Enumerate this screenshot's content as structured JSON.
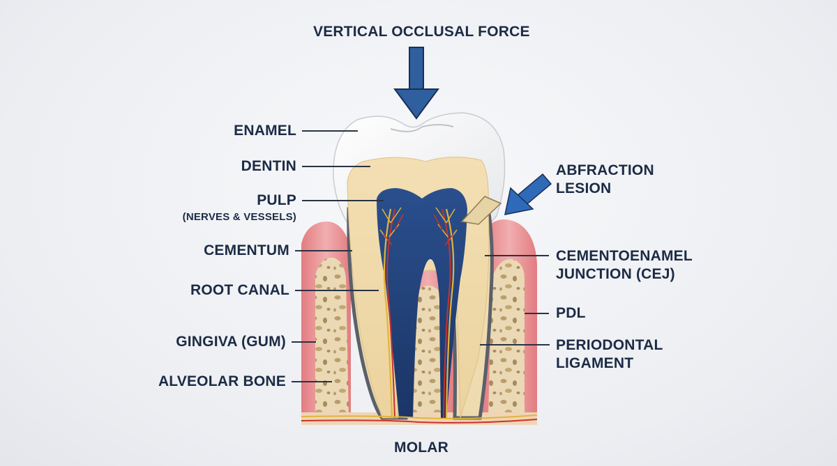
{
  "title": "VERTICAL OCCLUSAL FORCE",
  "caption": "MOLAR",
  "labels_left": {
    "enamel": "ENAMEL",
    "dentin": "DENTIN",
    "pulp": "PULP",
    "pulp_sub": "(NERVES & VESSELS)",
    "cementum": "CEMENTUM",
    "root_canal": "ROOT CANAL",
    "gingiva": "GINGIVA (GUM)",
    "alveolar_bone": "ALVEOLAR BONE"
  },
  "labels_right": {
    "abfraction_1": "ABFRACTION",
    "abfraction_2": "LESION",
    "cej_1": "CEMENTOENAMEL",
    "cej_2": "JUNCTION (CEJ)",
    "pdl": "PDL",
    "periodontal_1": "PERIODONTAL",
    "periodontal_2": "LIGAMENT"
  },
  "colors": {
    "text": "#1c2b45",
    "arrow": "#2f5f9e",
    "enamel": "#fbfbfa",
    "dentin": "#efd8a8",
    "pulp": "#1f3f75",
    "cementum": "#5c6068",
    "gingiva": "#e58b8e",
    "bone": "#e8d8b4",
    "nerve": "#e0b53a",
    "vessel": "#c8322f"
  },
  "icons": [
    "force-arrow-icon",
    "abfraction-arrow-icon"
  ]
}
